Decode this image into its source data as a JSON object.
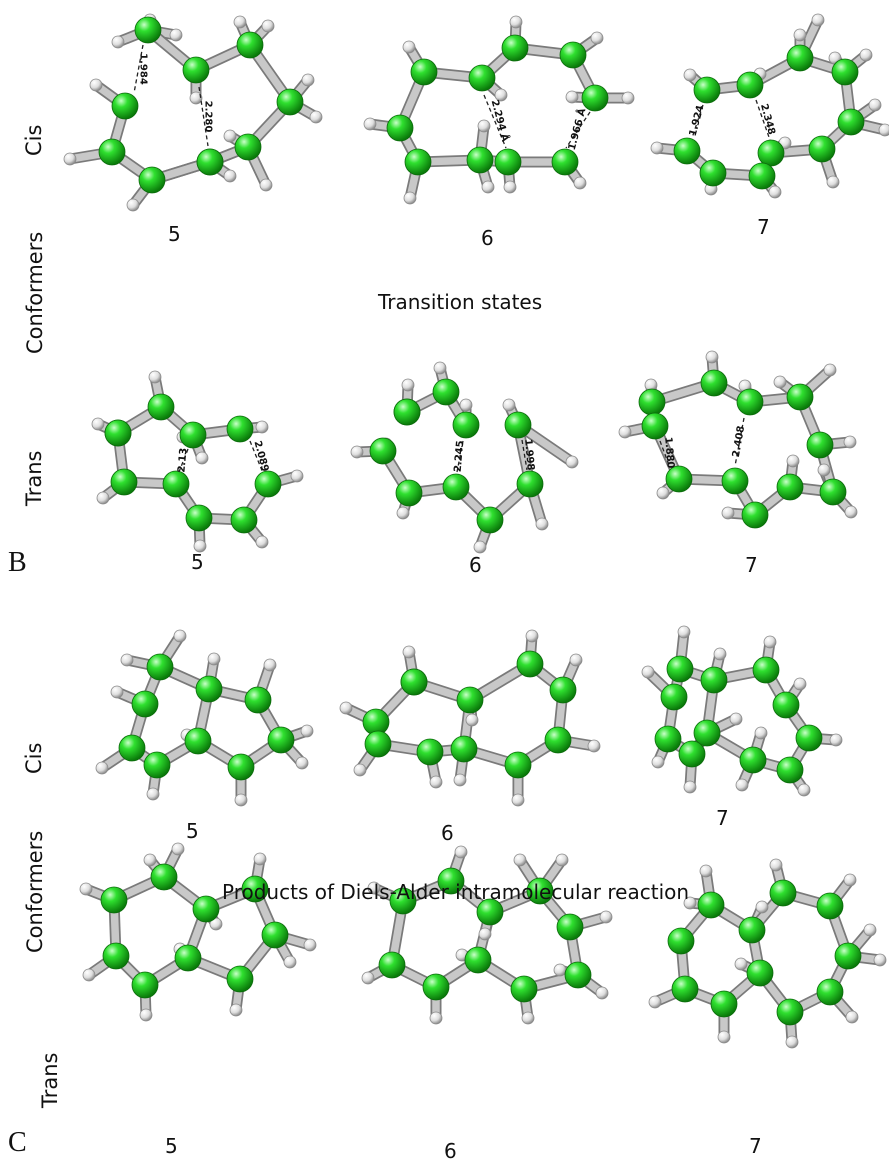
{
  "sectionB": {
    "panel_letter": "B",
    "group_label": "Conformers",
    "title": "Transition states",
    "row_top": "Cis",
    "row_bottom": "Trans",
    "cis_numbers": [
      "5",
      "6",
      "7"
    ],
    "trans_numbers": [
      "5",
      "6",
      "7"
    ],
    "cis_distances": [
      "1.984",
      "2.280",
      "2.294 Å",
      "1.966 Å",
      "1.924",
      "2.348"
    ],
    "trans_distances": [
      "2.13",
      "2.089",
      "2.245",
      "1.998",
      "1.880",
      "2.408"
    ]
  },
  "sectionC": {
    "panel_letter": "C",
    "group_label": "Conformers",
    "title": "Products of Diels-Alder intramolecular reaction",
    "row_top": "Cis",
    "row_bottom": "Trans",
    "cis_numbers": [
      "5",
      "6",
      "7"
    ],
    "trans_numbers": [
      "5",
      "6",
      "7"
    ]
  },
  "colors": {
    "carbon": "#22cc22",
    "hydrogen": "#e8e8e8",
    "bond": "#c8c8c8"
  }
}
